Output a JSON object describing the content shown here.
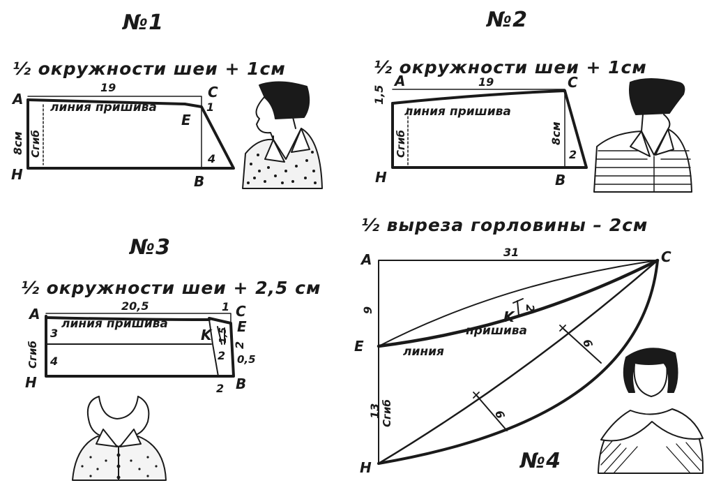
{
  "fig1": {
    "title": "№1",
    "formula": "½ окружности шеи + 1см",
    "seam_label": "линия пришива",
    "fold_label": "Сгиб",
    "dims": {
      "width": "19",
      "height": "8см",
      "rise": "1",
      "offset": "4"
    },
    "points": {
      "A": "A",
      "C": "C",
      "E": "E",
      "H": "H",
      "B": "B"
    }
  },
  "fig2": {
    "title": "№2",
    "formula": "½ окружности шеи + 1см",
    "seam_label": "линия пришива",
    "fold_label": "Сгиб",
    "dims": {
      "width": "19",
      "left_rise": "1,5",
      "height": "8см",
      "offset": "2"
    },
    "points": {
      "A": "A",
      "C": "C",
      "H": "H",
      "B": "B"
    }
  },
  "fig3": {
    "title": "№3",
    "formula": "½ окружности шеи + 2,5 см",
    "seam_label": "линия пришива",
    "fold_label": "Сгиб",
    "dims": {
      "width": "20,5",
      "upper": "3",
      "lower": "4",
      "rise": "1",
      "e_gap": "1,5",
      "mid": "2",
      "right_gap": "0,5",
      "bottom": "2"
    },
    "points": {
      "A": "A",
      "C": "C",
      "E": "E",
      "K": "K",
      "H": "H",
      "B": "B"
    }
  },
  "fig4": {
    "title": "№4",
    "formula": "½ выреза горловины – 2см",
    "seam_label_1": "линия",
    "seam_label_2": "пришива",
    "fold_label": "Сгиб",
    "dims": {
      "width": "31",
      "upper": "9",
      "lower": "13",
      "k_offset": "2",
      "radius_1": "6",
      "radius_2": "6"
    },
    "points": {
      "A": "A",
      "C": "C",
      "E": "E",
      "K": "K",
      "H": "H"
    }
  }
}
